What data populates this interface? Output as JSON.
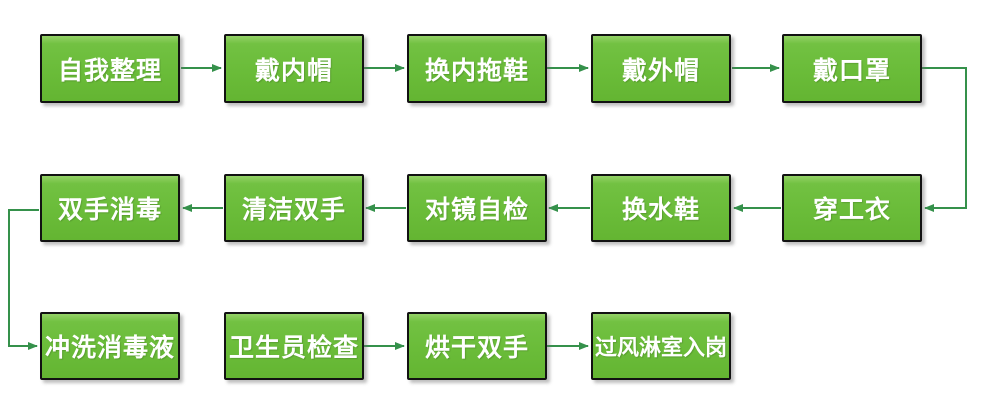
{
  "diagram": {
    "type": "flowchart",
    "background": "#ffffff",
    "palette": {
      "node_fill": "#6abc39",
      "node_fill_highlight": "#95d267",
      "node_border": "#121212",
      "node_text": "#ffffff",
      "arrow": "#35914b"
    },
    "nodes": [
      {
        "id": 1,
        "label": "自我整理",
        "row": 1,
        "col": 1
      },
      {
        "id": 2,
        "label": "戴内帽",
        "row": 1,
        "col": 2
      },
      {
        "id": 3,
        "label": "换内拖鞋",
        "row": 1,
        "col": 3
      },
      {
        "id": 4,
        "label": "戴外帽",
        "row": 1,
        "col": 4
      },
      {
        "id": 5,
        "label": "戴口罩",
        "row": 1,
        "col": 5
      },
      {
        "id": 6,
        "label": "穿工衣",
        "row": 2,
        "col": 5
      },
      {
        "id": 7,
        "label": "换水鞋",
        "row": 2,
        "col": 4
      },
      {
        "id": 8,
        "label": "对镜自检",
        "row": 2,
        "col": 3
      },
      {
        "id": 9,
        "label": "清洁双手",
        "row": 2,
        "col": 2
      },
      {
        "id": 10,
        "label": "双手消毒",
        "row": 2,
        "col": 1
      },
      {
        "id": 11,
        "label": "冲洗消毒液",
        "row": 3,
        "col": 1
      },
      {
        "id": 12,
        "label": "卫生员检查",
        "row": 3,
        "col": 2
      },
      {
        "id": 13,
        "label": "烘干双手",
        "row": 3,
        "col": 3
      },
      {
        "id": 14,
        "label": "过风淋室入岗",
        "row": 3,
        "col": 4
      }
    ],
    "edges": [
      {
        "from": "自我整理",
        "to": "戴内帽",
        "shape": "straight"
      },
      {
        "from": "戴内帽",
        "to": "换内拖鞋",
        "shape": "straight"
      },
      {
        "from": "换内拖鞋",
        "to": "戴外帽",
        "shape": "straight"
      },
      {
        "from": "戴外帽",
        "to": "戴口罩",
        "shape": "straight"
      },
      {
        "from": "戴口罩",
        "to": "穿工衣",
        "shape": "elbow-right"
      },
      {
        "from": "穿工衣",
        "to": "换水鞋",
        "shape": "straight"
      },
      {
        "from": "换水鞋",
        "to": "对镜自检",
        "shape": "straight"
      },
      {
        "from": "对镜自检",
        "to": "清洁双手",
        "shape": "straight"
      },
      {
        "from": "清洁双手",
        "to": "双手消毒",
        "shape": "straight"
      },
      {
        "from": "双手消毒",
        "to": "冲洗消毒液",
        "shape": "elbow-left"
      },
      {
        "from": "卫生员检查",
        "to": "烘干双手",
        "shape": "straight"
      },
      {
        "from": "烘干双手",
        "to": "过风淋室入岗",
        "shape": "straight"
      }
    ]
  }
}
